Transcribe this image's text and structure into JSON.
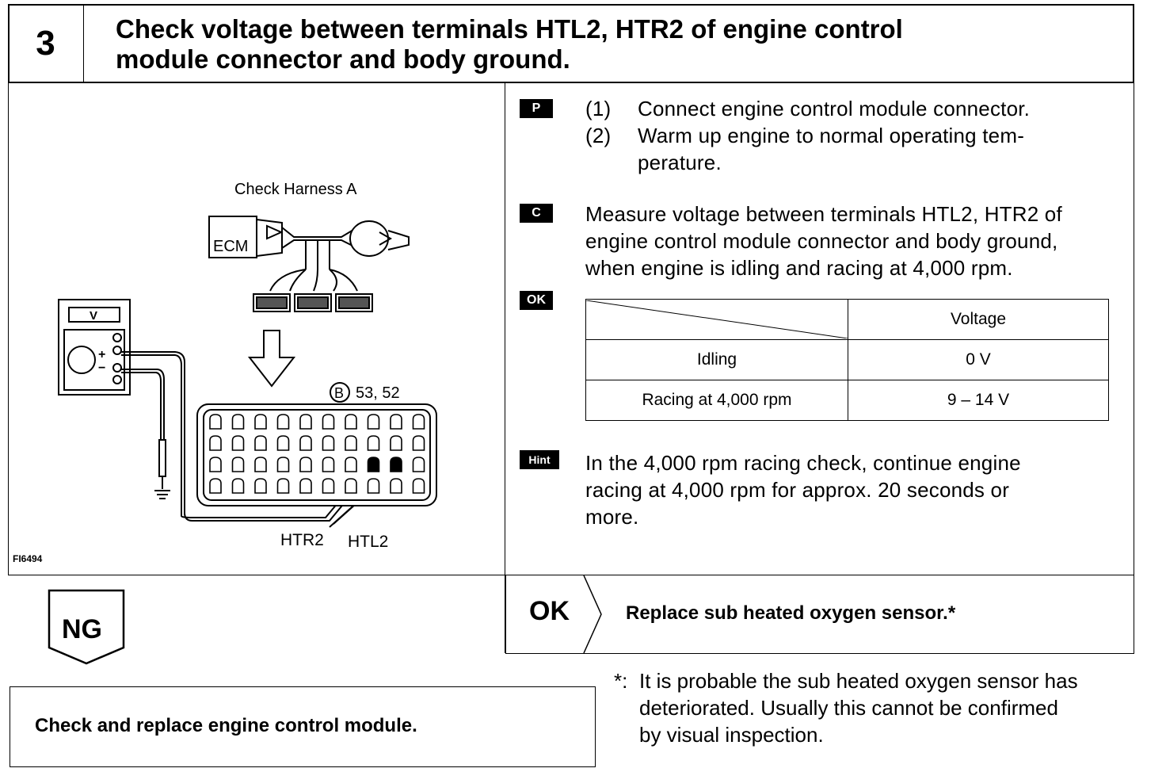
{
  "step": {
    "number": "3",
    "title_line1": "Check voltage between terminals HTL2, HTR2 of engine control",
    "title_line2": "module connector and body ground."
  },
  "diagram": {
    "harness_label": "Check Harness A",
    "ecm_label": "ECM",
    "meter_label": "V",
    "plus_sign": "+",
    "minus_sign": "−",
    "connector_letter": "B",
    "connector_pins": "53, 52",
    "label_htr2": "HTR2",
    "label_htl2": "HTL2",
    "figure_id": "FI6494"
  },
  "procedure": {
    "tag_p": "P",
    "step1_num": "(1)",
    "step1_text": "Connect engine control module connector.",
    "step2_num": "(2)",
    "step2_line1": "Warm up engine to normal operating tem-",
    "step2_line2": "perature.",
    "tag_c": "C",
    "check_line1": "Measure voltage between terminals HTL2, HTR2 of",
    "check_line2": "engine control module connector and body ground,",
    "check_line3": "when engine is idling and racing at 4,000 rpm.",
    "tag_ok": "OK",
    "table": {
      "header": "Voltage",
      "rows": [
        {
          "condition": "Idling",
          "value": "0 V"
        },
        {
          "condition": "Racing at 4,000 rpm",
          "value": "9 – 14 V"
        }
      ]
    },
    "tag_hint": "Hint",
    "hint_line1": "In the 4,000 rpm racing check, continue engine",
    "hint_line2": "racing at 4,000 rpm for approx. 20 seconds or",
    "hint_line3": "more."
  },
  "results": {
    "ok_label": "OK",
    "ok_action": "Replace sub heated oxygen sensor.*",
    "ng_label": "NG",
    "ng_action": "Check and replace engine control module."
  },
  "footnote": {
    "marker": "*:",
    "line1": "It is probable the sub heated oxygen sensor has",
    "line2": "deteriorated. Usually this cannot be confirmed",
    "line3": "by visual inspection."
  }
}
